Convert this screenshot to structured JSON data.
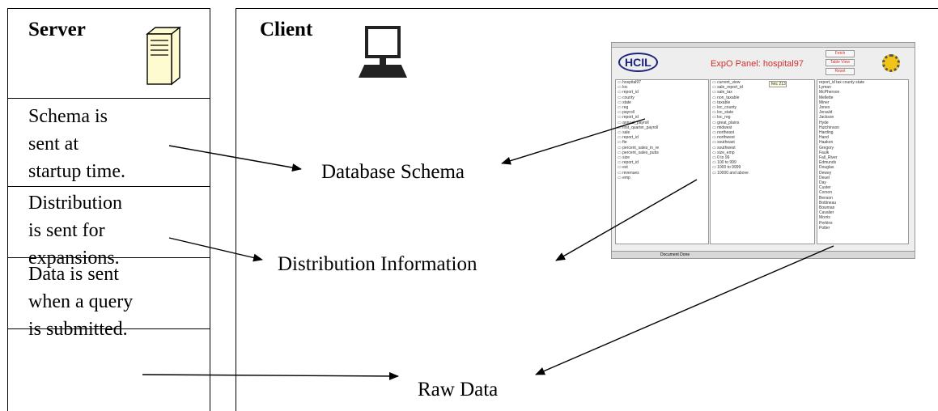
{
  "server": {
    "heading": "Server",
    "notes": [
      "Schema is\nsent at\nstartup time.",
      "Distribution\nis sent for\nexpansions.",
      "Data is sent\nwhen a query\nis submitted."
    ]
  },
  "client": {
    "heading": "Client",
    "labels": {
      "schema": "Database Schema",
      "distribution": "Distribution Information",
      "raw": "Raw Data"
    }
  },
  "screenshot": {
    "logo": "HCIL",
    "title": "ExpO Panel: hospital97",
    "buttons": [
      "Fetch",
      "Table View",
      "Reset"
    ],
    "status": "Document Done",
    "schema_tree": [
      "hospital97",
      "loc",
      "report_id",
      "county",
      "state",
      "reg",
      "payroll",
      "report_id",
      "annual_payroll",
      "first_quarter_payroll",
      "sale",
      "report_id",
      "fte",
      "percent_sales_in_re",
      "percent_sales_pubs",
      "size",
      "report_id",
      "est",
      "revenues",
      "emp"
    ],
    "query_tree": [
      "current_view",
      "sale_report_id",
      "sale_tax",
      "non_taxable",
      "taxable",
      "loc_county",
      "loc_state",
      "loc_reg",
      "great_plains",
      "midwest",
      "northeast",
      "northwest",
      "southeast",
      "southwest",
      "size_emp",
      "0 to 99",
      "100 to 999",
      "1000 to 9999",
      "10000 and above"
    ],
    "count_label": "fetc 213",
    "table_header": [
      "report_id",
      "tax",
      "county",
      "state"
    ],
    "table_counties": [
      "Lyman",
      "McPherson",
      "Mellette",
      "Miner",
      "Jones",
      "Jerauld",
      "Jackson",
      "Hyde",
      "Hutchinson",
      "Harding",
      "Hand",
      "Haakon",
      "Gregory",
      "Faulk",
      "Fall_River",
      "Edmunds",
      "Douglas",
      "Dewey",
      "Deuel",
      "Day",
      "Custer",
      "Corson",
      "Benson",
      "Bottineau",
      "Bowman",
      "Cavalier",
      "Morris",
      "Perkins",
      "Potter"
    ]
  }
}
